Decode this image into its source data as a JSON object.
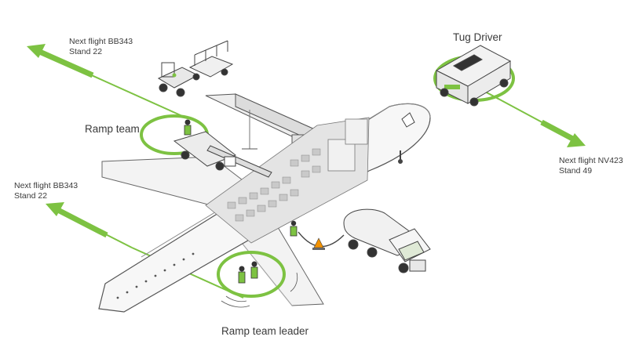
{
  "accent_color": "#7dc242",
  "labels": {
    "next_flight_top": {
      "line1": "Next flight BB343",
      "line2": "Stand 22"
    },
    "next_flight_left": {
      "line1": "Next flight BB343",
      "line2": "Stand 22"
    },
    "next_flight_right": {
      "line1": "Next flight NV423",
      "line2": "Stand 49"
    },
    "tug_driver": "Tug Driver",
    "ramp_team": "Ramp team",
    "ramp_team_leader": "Ramp team leader"
  },
  "icons": [
    "airplane",
    "jet-bridge",
    "baggage-tractor",
    "belt-loader",
    "tug-vehicle",
    "fuel-truck",
    "traffic-cone",
    "ramp-worker"
  ]
}
